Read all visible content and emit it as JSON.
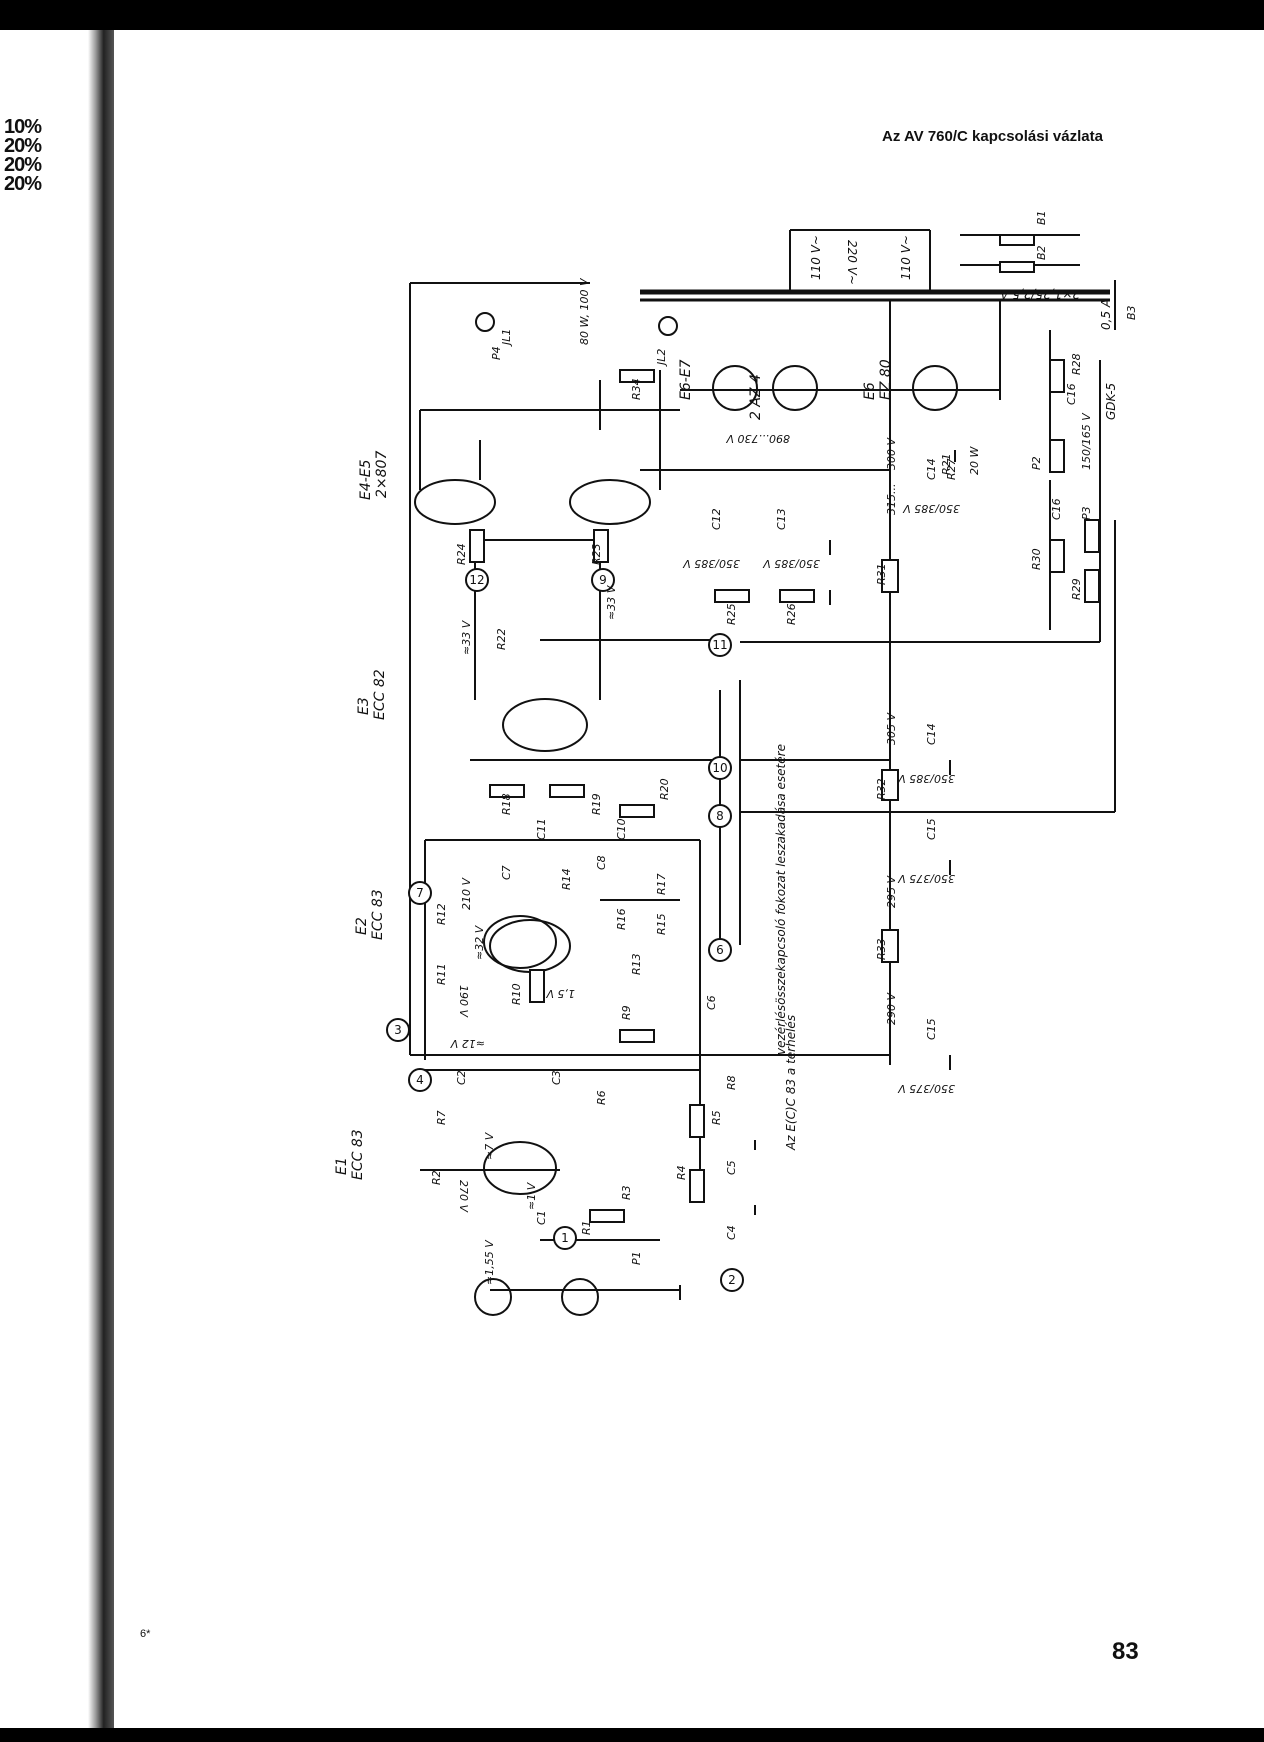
{
  "page": {
    "title": "Az AV 760/C kapcsolási vázlata",
    "page_number": "83",
    "corner_mark": "6*",
    "margin_notes": [
      "10%",
      "20%",
      "20%",
      "20%"
    ]
  },
  "tube_labels": [
    {
      "name": "E1",
      "type": "ECC 83"
    },
    {
      "name": "E2",
      "type": "ECC 83"
    },
    {
      "name": "E3",
      "type": "ECC 82"
    },
    {
      "name": "E4-E5",
      "type": "2×807"
    },
    {
      "name": "E6",
      "type": "EZ 80"
    },
    {
      "name": "E6-E7",
      "type": "2 AZ 4"
    }
  ],
  "voltages": [
    "290 V",
    "295 V",
    "305 V",
    "300 V",
    "315...",
    "210 V",
    "190 V",
    "270 V",
    "≈7 V",
    "≈1 V",
    "≈1,55 V",
    "≈32 V",
    "≈33 V",
    "≈33 V",
    "≈12 V",
    "1,5 V",
    "890...730 V",
    "80 W, 100 V",
    "20 W"
  ],
  "capacitor_ratings": [
    "350/375 V",
    "350/375 V",
    "350/385 V",
    "350/385 V",
    "350/385 V",
    "350/385 V",
    "150/165 V"
  ],
  "mains": {
    "v1": "110 V~",
    "v2": "110 V~",
    "v3": "220 V~",
    "fuse_rating": "2×1,25/2,5 A",
    "fuse3_rating": "0,5 A",
    "diode": "GDK-5"
  },
  "nodes": [
    "1",
    "2",
    "3",
    "4",
    "6",
    "7",
    "8",
    "9",
    "10",
    "11",
    "12"
  ],
  "resistors": [
    "R1",
    "R2",
    "R3",
    "R4",
    "R5",
    "R6",
    "R7",
    "R8",
    "R9",
    "R10",
    "R11",
    "R12",
    "R13",
    "R14",
    "R15",
    "R16",
    "R17",
    "R18",
    "R19",
    "R20",
    "R21",
    "R22",
    "R23",
    "R24",
    "R25",
    "R26",
    "R27",
    "R28",
    "R29",
    "R30",
    "R31",
    "R32",
    "R33",
    "R34",
    "P1",
    "P2",
    "P3",
    "P4"
  ],
  "capacitors": [
    "C1",
    "C2",
    "C3",
    "C4",
    "C5",
    "C6",
    "C7",
    "C8",
    "C10",
    "C11",
    "C12",
    "C13",
    "C14",
    "C14",
    "C15",
    "C15",
    "C16",
    "C16"
  ],
  "misc_labels": [
    "B1",
    "B2",
    "B3",
    "JL1",
    "JL2"
  ],
  "notes": [
    "vezérlésösszekapcsoló fokozat leszakadása esetére",
    "Az E(C)C 83 a terhelés"
  ]
}
